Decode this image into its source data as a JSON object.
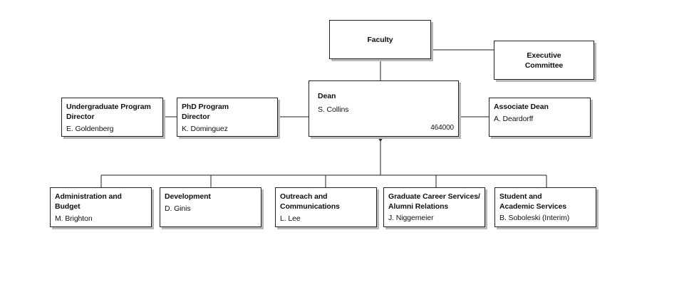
{
  "faculty": {
    "title": "Faculty"
  },
  "executive_committee": {
    "title": "Executive Committee"
  },
  "dean": {
    "title": "Dean",
    "name": "S. Collins",
    "code": "464000"
  },
  "undergrad_director": {
    "title": "Undergraduate Program Director",
    "name": "E. Goldenberg"
  },
  "phd_director": {
    "title": "PhD Program Director",
    "name": "K. Dominguez"
  },
  "associate_dean": {
    "title": "Associate Dean",
    "name": "A. Deardorff"
  },
  "units": [
    {
      "title": "Administration and Budget",
      "name": "M. Brighton"
    },
    {
      "title": "Development",
      "name": "D. Ginis"
    },
    {
      "title": "Outreach and Communications",
      "name": "L. Lee"
    },
    {
      "title": "Graduate Career Services/ Alumni Relations",
      "name": "J. Niggemeier"
    },
    {
      "title": "Student and Academic Services",
      "name": "B. Soboleski (Interim)"
    }
  ]
}
